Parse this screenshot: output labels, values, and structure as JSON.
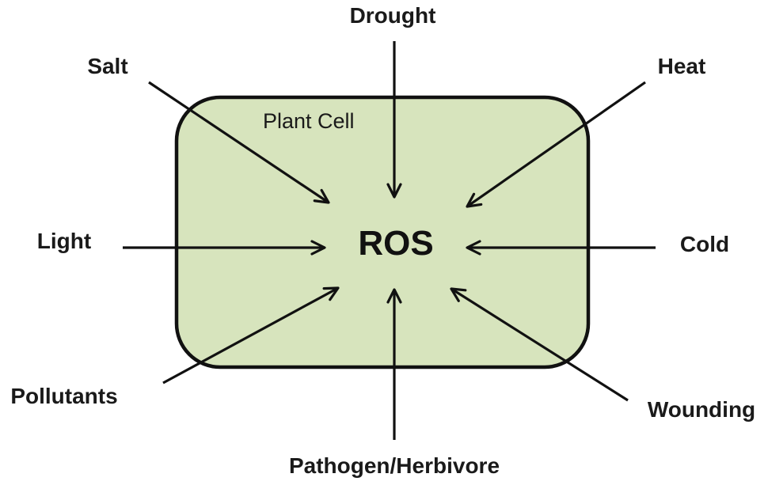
{
  "diagram": {
    "cell_label": "Plant Cell",
    "center_label": "ROS",
    "cell_fill": "#d7e4bd",
    "cell_stroke": "#111111",
    "stresses": [
      {
        "id": "drought",
        "label": "Drought"
      },
      {
        "id": "salt",
        "label": "Salt"
      },
      {
        "id": "heat",
        "label": "Heat"
      },
      {
        "id": "light",
        "label": "Light"
      },
      {
        "id": "cold",
        "label": "Cold"
      },
      {
        "id": "pollutants",
        "label": "Pollutants"
      },
      {
        "id": "wounding",
        "label": "Wounding"
      },
      {
        "id": "pathogen",
        "label": "Pathogen/Herbivore"
      }
    ]
  }
}
